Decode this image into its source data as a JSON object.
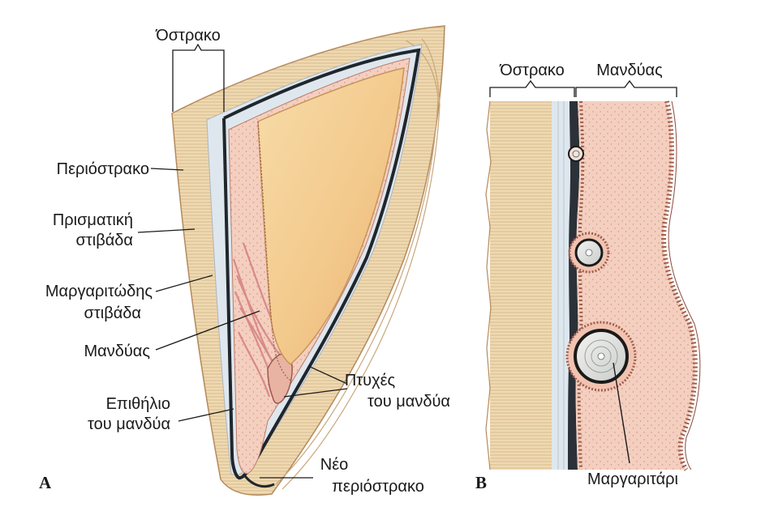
{
  "figure_a": {
    "plate": "A",
    "labels": {
      "shell": "Όστρακο",
      "periostracum": "Περιόστρακο",
      "prismatic_1": "Πρισματική",
      "prismatic_2": "στιβάδα",
      "nacreous_1": "Μαργαριτώδης",
      "nacreous_2": "στιβάδα",
      "mantle": "Μανδύας",
      "epithelium_1": "Επιθήλιο",
      "epithelium_2": "του μανδύα",
      "folds_1": "Πτυχές",
      "folds_2": "του μανδύα",
      "new_peri_1": "Νέο",
      "new_peri_2": "περιόστρακο"
    }
  },
  "figure_b": {
    "plate": "B",
    "labels": {
      "shell": "Όστρακο",
      "mantle": "Μανδύας",
      "pearl": "Μαργαριτάρι"
    }
  },
  "colors": {
    "prismatic": "#efd9b0",
    "prismatic_stripe": "#c9a77a",
    "nacre": "#dfe7ee",
    "periostracum": "#2b3138",
    "mantle": "#f4cfc0",
    "mantle_dots": "#c98f78",
    "cavity": "#f2c98d",
    "muscle": "#d98a8a",
    "line": "#1a1a1a"
  }
}
